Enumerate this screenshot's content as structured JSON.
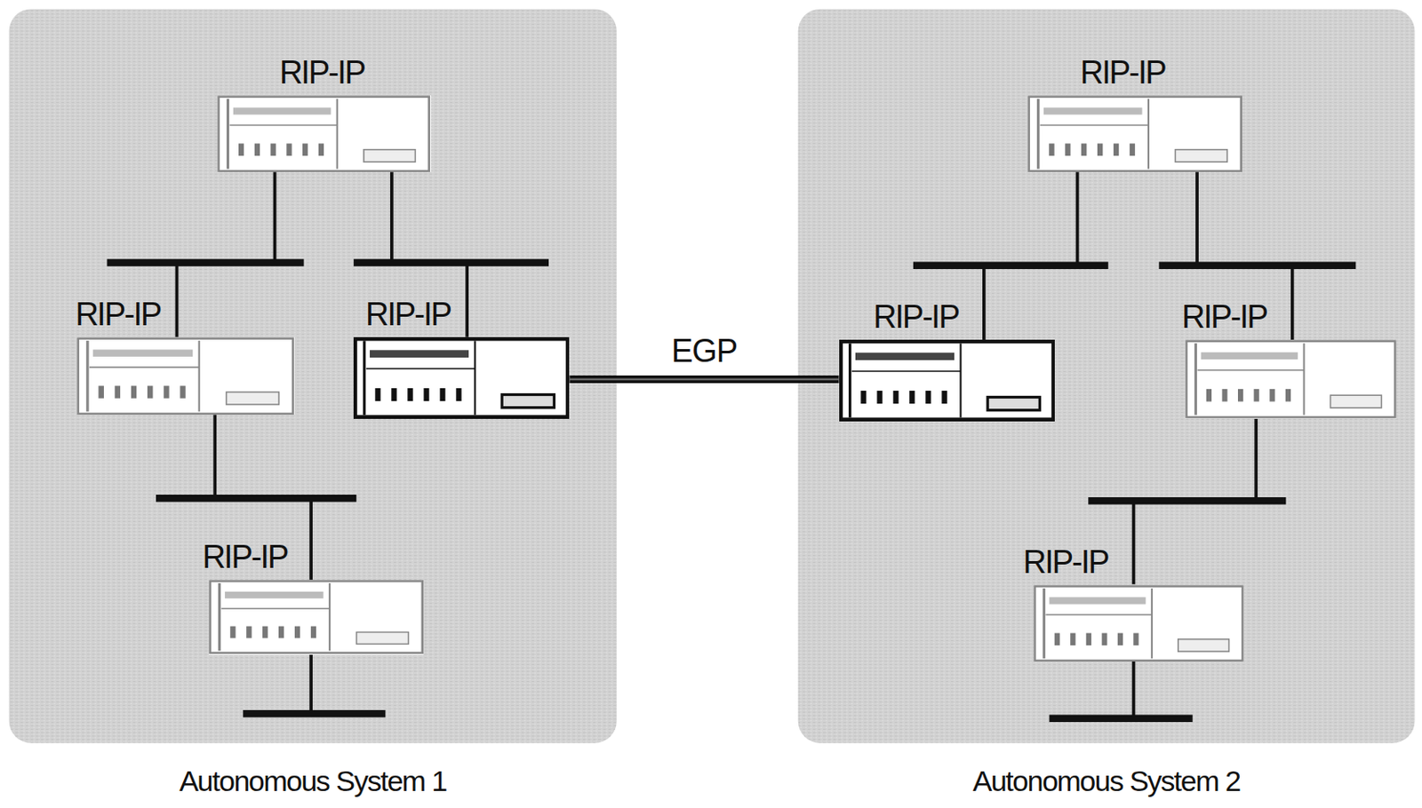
{
  "diagram": {
    "nodes": [
      {
        "text": [
          "Autonomous System 1"
        ]
      },
      {
        "text": [
          "RIP-IP"
        ],
        "in": 0
      },
      {
        "text": [
          "RIP-IP"
        ],
        "in": 0
      },
      {
        "text": [
          "RIP-IP"
        ],
        "in": 0
      },
      {
        "text": [
          "RIP-IP"
        ],
        "in": 0
      },
      {
        "text": [
          "Autonomous System 2"
        ]
      },
      {
        "text": [
          "RIP-IP"
        ],
        "in": 5
      },
      {
        "text": [
          "RIP-IP"
        ],
        "in": 5
      },
      {
        "text": [
          "RIP-IP"
        ],
        "in": 5
      },
      {
        "text": [
          "RIP-IP"
        ],
        "in": 5
      }
    ],
    "edges": [
      {
        "from": 3,
        "to": 7,
        "label": "EGP",
        "arrow": "none"
      }
    ]
  }
}
